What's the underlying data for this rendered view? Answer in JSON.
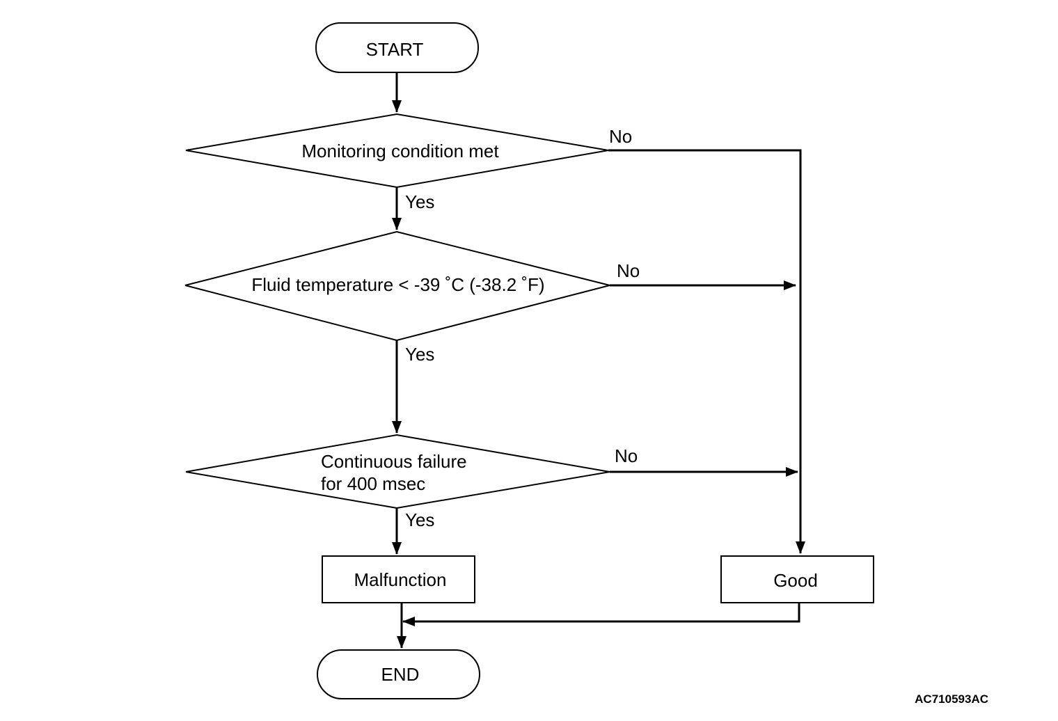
{
  "flowchart": {
    "start": "START",
    "end": "END",
    "decisions": [
      {
        "lines": [
          "Monitoring condition met"
        ],
        "yes": "Yes",
        "no": "No"
      },
      {
        "lines": [
          "Fluid temperature < -39 ˚C (-38.2 ˚F)"
        ],
        "yes": "Yes",
        "no": "No"
      },
      {
        "lines": [
          "Continuous failure",
          "for 400 msec"
        ],
        "yes": "Yes",
        "no": "No"
      }
    ],
    "malfunction": "Malfunction",
    "good": "Good",
    "figure_code": "AC710593AC"
  }
}
